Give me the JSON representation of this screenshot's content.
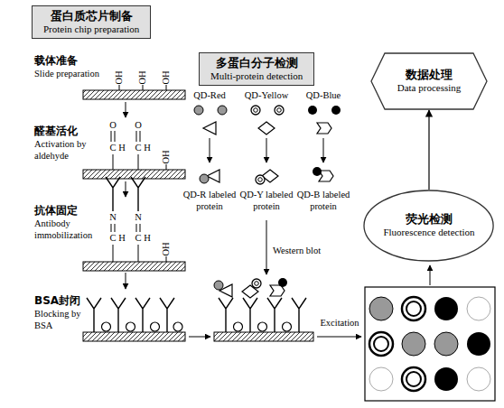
{
  "diagram": {
    "nodes": [
      {
        "text": [
          "蛋白质芯片制备",
          "Protein chip preparation"
        ]
      },
      {
        "text": [
          "多蛋白分子检测",
          "Multi-protein detection"
        ]
      },
      {
        "text": [
          "数据处理",
          "Data processing"
        ]
      },
      {
        "text": [
          "荧光检测",
          "Fluorescence detection"
        ]
      }
    ],
    "edges": [
      {
        "from": 3,
        "to": 2,
        "arrow": "to"
      }
    ],
    "labels": [
      "载体准备",
      "Slide preparation",
      "OH",
      "OH",
      "OH",
      "醛基活化",
      "Activation by aldehyde",
      "O",
      "C",
      "H",
      "O",
      "C",
      "H",
      "OH",
      "抗体固定",
      "Antibody immobilization",
      "N",
      "C",
      "H",
      "N",
      "C",
      "H",
      "OH",
      "BSA封闭",
      "Blocking by BSA",
      "QD-Red",
      "QD-Yellow",
      "QD-Blue",
      "QD-R labeled protein",
      "QD-Y labeled protein",
      "QD-B labeled protein",
      "Western blot",
      "Excitation"
    ]
  }
}
